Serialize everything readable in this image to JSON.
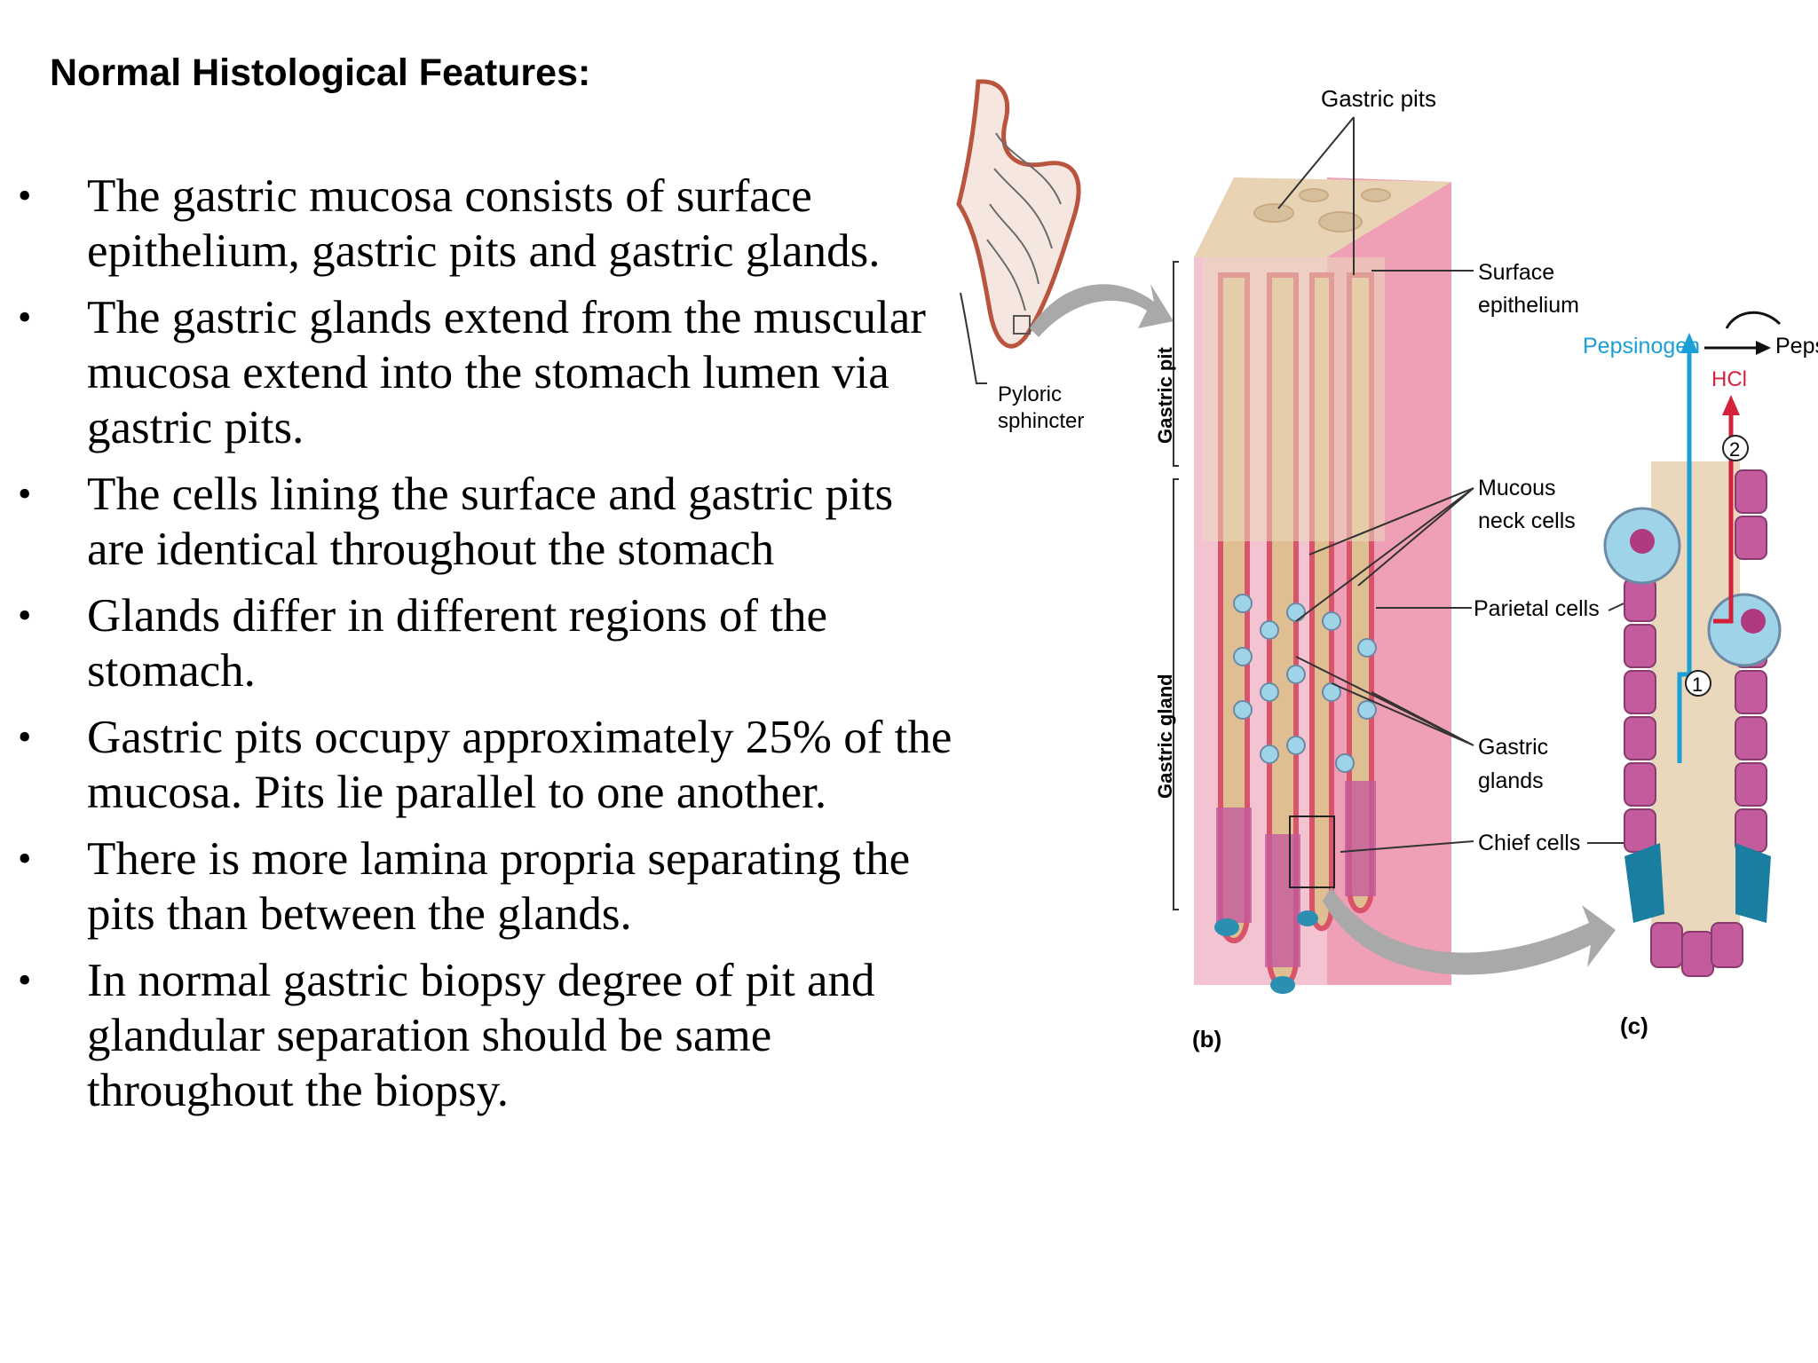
{
  "title": "Normal Histological Features:",
  "bullets": [
    {
      "bullet": "•",
      "text": "The gastric mucosa consists of surface epithelium, gastric pits and gastric glands."
    },
    {
      "bullet": "•",
      "text": "The gastric glands extend from the muscular mucosa extend into the stomach lumen via gastric pits."
    },
    {
      "bullet": "•",
      "text": "The cells lining the surface and gastric pits are identical throughout the stomach"
    },
    {
      "bullet": "•",
      "text": "Glands  differ in different regions of the stomach."
    },
    {
      "bullet": "•",
      "text": "Gastric pits occupy approximately 25% of the mucosa. Pits lie parallel to one another."
    },
    {
      "bullet": "•",
      "text": "There is more lamina propria separating the pits than between the glands."
    },
    {
      "bullet": "•",
      "text": " In normal gastric biopsy degree of  pit and glandular separation should be same throughout the biopsy."
    }
  ],
  "figure": {
    "labels": {
      "pyloric_1": "Pyloric",
      "pyloric_2": "sphincter",
      "gastric_pits": "Gastric pits",
      "surface_1": "Surface",
      "surface_2": "epithelium",
      "gastric_pit_side": "Gastric pit",
      "gastric_gland_side": "Gastric gland",
      "mucous_1": "Mucous",
      "mucous_2": "neck cells",
      "parietal": "Parietal cells",
      "glands_1": "Gastric",
      "glands_2": "glands",
      "chief": "Chief cells",
      "pepsinogen": "Pepsinogen",
      "pepsin": "Pepsin",
      "hcl": "HCl",
      "step_1": "1",
      "step_2": "2",
      "panel_b": "(b)",
      "panel_c": "(c)"
    },
    "colors": {
      "tissue_pink": "#f3c3d2",
      "surface_tan": "#e8d3b4",
      "lamina": "#d9b98f",
      "cell_red": "#d9536a",
      "gland_purple": "#c35b9c",
      "chief_blue": "#2a8fb0",
      "parietal_blue": "#9ed3e8",
      "pepsinogen_cyan": "#1aa0d6",
      "hcl_red": "#d4213a"
    }
  }
}
